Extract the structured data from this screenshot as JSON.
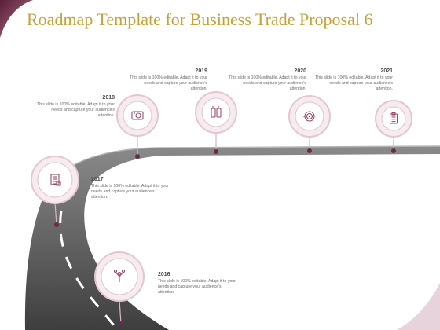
{
  "slide": {
    "title": "Roadmap Template for Business Trade Proposal 6",
    "colors": {
      "accent": "#9c4a6a",
      "title": "#c9a03a",
      "road": "#555555",
      "marker": "#6b2a45"
    }
  },
  "milestones": [
    {
      "year": "2016",
      "text": "This slide is 100% editable. Adapt it to your needs and capture your audience's attention.",
      "icon": "tree-icon"
    },
    {
      "year": "2017",
      "text": "This slide is 100% editable. Adapt it to your needs and capture your audience's attention.",
      "icon": "document-icon"
    },
    {
      "year": "2018",
      "text": "This slide is 100% editable. Adapt it to your needs and capture your audience's attention.",
      "icon": "camera-icon"
    },
    {
      "year": "2019",
      "text": "This slide is 100% editable. Adapt it to your needs and capture your audience's attention.",
      "icon": "bottles-icon"
    },
    {
      "year": "2020",
      "text": "This slide is 100% editable. Adapt it to your needs and capture your audience's attention.",
      "icon": "target-icon"
    },
    {
      "year": "2021",
      "text": "This slide is 100% editable. Adapt it to your needs and capture your audience's attention.",
      "icon": "clipboard-icon"
    }
  ]
}
